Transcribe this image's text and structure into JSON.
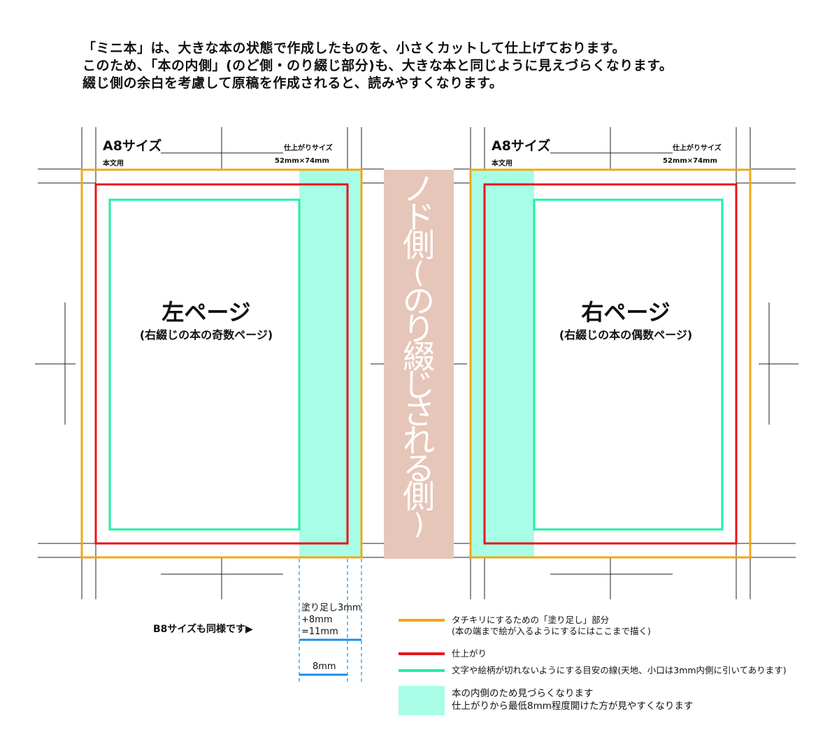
{
  "intro": {
    "line1": "「ミニ本」は、大きな本の状態で作成したものを、小さくカットして仕上げております。",
    "line2": "このため、「本の内側」(のど側・のり綴じ部分)も、大きな本と同じように見えづらくなります。",
    "line3": "綴じ側の余白を考慮して原稿を作成されると、読みやすくなります。"
  },
  "left_page": {
    "size_title": "A8サイズ",
    "body_label": "本文用",
    "finish_label": "仕上がりサイズ",
    "finish_size": "52mm×74mm",
    "title": "左ページ",
    "subtitle": "(右綴じの本の奇数ページ)"
  },
  "right_page": {
    "size_title": "A8サイズ",
    "body_label": "本文用",
    "finish_label": "仕上がりサイズ",
    "finish_size": "52mm×74mm",
    "title": "右ページ",
    "subtitle": "(右綴じの本の偶数ページ)"
  },
  "spine": {
    "line1": "ノ",
    "line2": "ド",
    "line3": "側",
    "line4": "(",
    "line5": "の",
    "line6": "り",
    "line7": "綴",
    "line8": "じ",
    "line9": "さ",
    "line10": "れ",
    "line11": "る",
    "line12": "側",
    "line13": ")"
  },
  "measure": {
    "bleed": "塗り足し3mm",
    "plus": "+8mm",
    "total": "=11mm",
    "inner": "8mm"
  },
  "b8_note": "B8サイズも同様です▶",
  "legend": [
    {
      "color": "#f0a818",
      "line1": "タチキリにするための「塗り足し」部分",
      "line2": "(本の端まで絵が入るようにするにはここまで描く)"
    },
    {
      "color": "#e8141b",
      "line1": "仕上がり",
      "line2": ""
    },
    {
      "color": "#1ff0a0",
      "line1": "文字や絵柄が切れないようにする目安の線(天地、小口は3mm内側に引いてあります)",
      "line2": ""
    },
    {
      "color": "#a8fde6",
      "line1": "本の内側のため見づらくなります",
      "line2": "仕上がりから最低8mm程度開けた方が見やすくなります"
    }
  ],
  "colors": {
    "bleed": "#f0a818",
    "trim": "#e8141b",
    "safe": "#1ff0a0",
    "gutter": "#a8fde6",
    "spine": "#e6c6b8",
    "measure": "#1a8ee8"
  }
}
